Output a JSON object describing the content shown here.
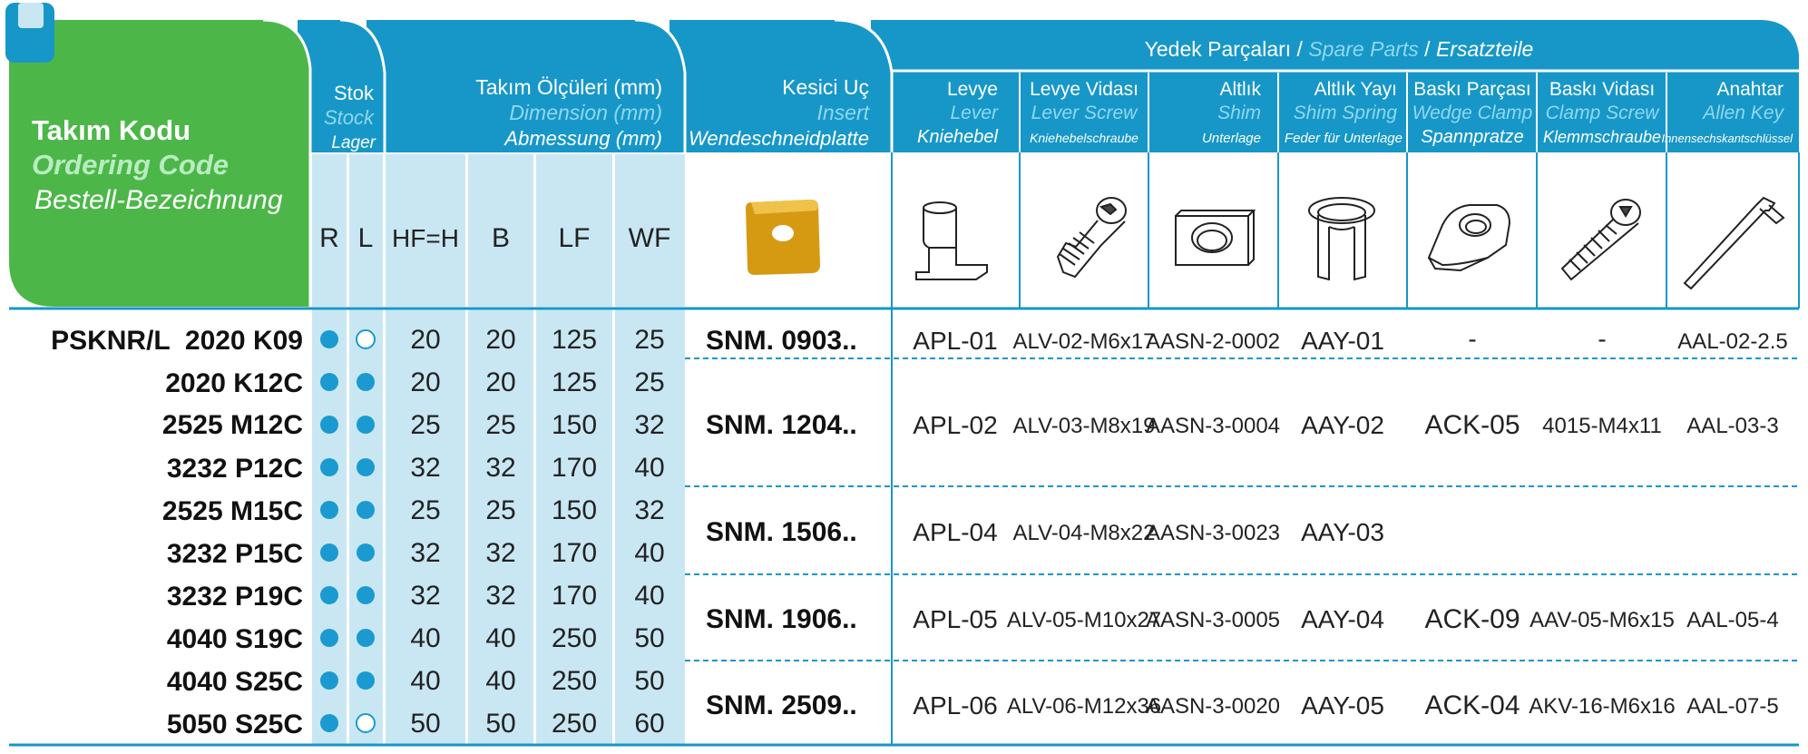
{
  "ordering_code": {
    "tr": "Takım Kodu",
    "en": "Ordering Code",
    "de": "Bestell-Bezeichnung"
  },
  "stock": {
    "tr": "Stok",
    "en": "Stock",
    "de": "Lager",
    "r": "R",
    "l": "L"
  },
  "dimensions": {
    "tr": "Takım Ölçüleri (mm)",
    "en": "Dimension (mm)",
    "de": "Abmessung (mm)",
    "cols": [
      "HF=H",
      "B",
      "LF",
      "WF"
    ]
  },
  "insert": {
    "tr": "Kesici Uç",
    "en": "Insert",
    "de": "Wendeschneidplatte"
  },
  "spare_parts": {
    "tr": "Yedek Parçaları",
    "sep1": " / ",
    "en": "Spare Parts",
    "sep2": " / ",
    "de": "Ersatzteile"
  },
  "parts": [
    {
      "tr": "Levye",
      "en": "Lever",
      "de": "Kniehebel",
      "icon": "lever-icon"
    },
    {
      "tr": "Levye Vidası",
      "en": "Lever Screw",
      "de": "Kniehebelschraube",
      "icon": "lever-screw-icon"
    },
    {
      "tr": "Altlık",
      "en": "Shim",
      "de": "Unterlage",
      "icon": "shim-icon"
    },
    {
      "tr": "Altlık Yayı",
      "en": "Shim Spring",
      "de": "Feder für Unterlage",
      "icon": "shim-spring-icon"
    },
    {
      "tr": "Baskı Parçası",
      "en": "Wedge Clamp",
      "de": "Spannpratze",
      "icon": "wedge-clamp-icon"
    },
    {
      "tr": "Baskı Vidası",
      "en": "Clamp Screw",
      "de": "Klemmschraube",
      "icon": "clamp-screw-icon"
    },
    {
      "tr": "Anahtar",
      "en": "Allen Key",
      "de": "Innensechskantschlüssel",
      "icon": "allen-key-icon"
    }
  ],
  "rows": [
    {
      "code": "PSKNR/L  2020 K09",
      "r": "filled",
      "l": "empty",
      "h": "20",
      "b": "20",
      "lf": "125",
      "wf": "25"
    },
    {
      "code": "2020 K12C",
      "r": "filled",
      "l": "filled",
      "h": "20",
      "b": "20",
      "lf": "125",
      "wf": "25"
    },
    {
      "code": "2525 M12C",
      "r": "filled",
      "l": "filled",
      "h": "25",
      "b": "25",
      "lf": "150",
      "wf": "32"
    },
    {
      "code": "3232 P12C",
      "r": "filled",
      "l": "filled",
      "h": "32",
      "b": "32",
      "lf": "170",
      "wf": "40"
    },
    {
      "code": "2525 M15C",
      "r": "filled",
      "l": "filled",
      "h": "25",
      "b": "25",
      "lf": "150",
      "wf": "32"
    },
    {
      "code": "3232 P15C",
      "r": "filled",
      "l": "filled",
      "h": "32",
      "b": "32",
      "lf": "170",
      "wf": "40"
    },
    {
      "code": "3232 P19C",
      "r": "filled",
      "l": "filled",
      "h": "32",
      "b": "32",
      "lf": "170",
      "wf": "40"
    },
    {
      "code": "4040 S19C",
      "r": "filled",
      "l": "filled",
      "h": "40",
      "b": "40",
      "lf": "250",
      "wf": "50"
    },
    {
      "code": "4040 S25C",
      "r": "filled",
      "l": "filled",
      "h": "40",
      "b": "40",
      "lf": "250",
      "wf": "50"
    },
    {
      "code": "5050 S25C",
      "r": "filled",
      "l": "empty",
      "h": "50",
      "b": "50",
      "lf": "250",
      "wf": "60"
    }
  ],
  "groups": [
    {
      "insert": "SNM. 0903..",
      "lever": "APL-01",
      "lever_screw": "ALV-02-M6x17",
      "shim": "AASN-2-0002",
      "spring": "AAY-01"
    },
    {
      "insert": "SNM. 1204..",
      "lever": "APL-02",
      "lever_screw": "ALV-03-M8x19",
      "shim": "AASN-3-0004",
      "spring": "AAY-02"
    },
    {
      "insert": "SNM. 1506..",
      "lever": "APL-04",
      "lever_screw": "ALV-04-M8x22",
      "shim": "AASN-3-0023",
      "spring": "AAY-03"
    },
    {
      "insert": "SNM. 1906..",
      "lever": "APL-05",
      "lever_screw": "ALV-05-M10x27",
      "shim": "AASN-3-0005",
      "spring": "AAY-04"
    },
    {
      "insert": "SNM. 2509..",
      "lever": "APL-06",
      "lever_screw": "ALV-06-M12x36",
      "shim": "AASN-3-0020",
      "spring": "AAY-05"
    }
  ],
  "wedge_clamp": [
    "-",
    "ACK-05",
    "ACK-09",
    "ACK-04"
  ],
  "clamp_screw": [
    "-",
    "4015-M4x11",
    "AAV-05-M6x15",
    "AKV-16-M6x16"
  ],
  "allen_key": [
    "AAL-02-2.5",
    "AAL-03-3",
    "AAL-05-4",
    "AAL-07-5"
  ],
  "colors": {
    "header_blue": "#1797c8",
    "green": "#4cb748",
    "light_blue": "#c9e7f3",
    "dot": "#1a9ad0",
    "insert_gold": "#d69a12"
  }
}
